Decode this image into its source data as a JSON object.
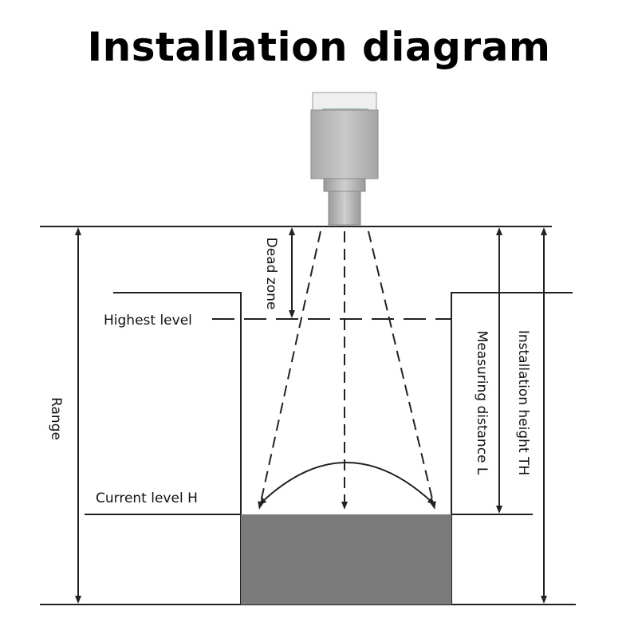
{
  "title": "Installation diagram",
  "labels": {
    "dead_zone": "Dead zone",
    "highest_level": "Highest level",
    "range": "Range",
    "current_level": "Current level H",
    "measuring_distance": "Measuring distance L",
    "installation_height": "Installation height TH"
  },
  "colors": {
    "liquid": "#7a7a7a",
    "sensor_body": "#b8b8b8",
    "lines": "#222222"
  }
}
